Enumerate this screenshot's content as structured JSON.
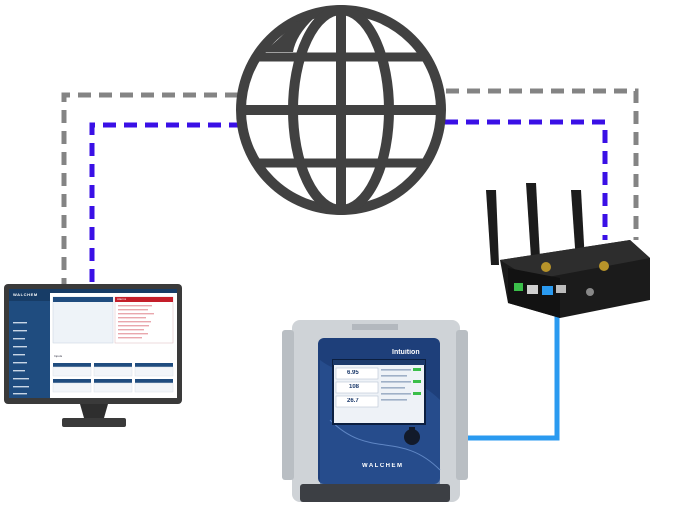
{
  "colors": {
    "wan_link": "#848484",
    "vpn_link": "#3a10e6",
    "ethernet_link": "#2a9af0",
    "globe": "#414141",
    "controller_blue": "#1e3f7a",
    "brand_red": "#c41e2a"
  },
  "icons": [
    "globe-icon",
    "monitor-icon",
    "router-icon",
    "controller-icon"
  ],
  "dashboard": {
    "brand": "WALCHEM",
    "panel_title": "Alarms",
    "section_label": "Inputs"
  },
  "controller": {
    "brand_top": "Intuition",
    "brand_bottom": "WALCHEM",
    "readings": [
      "6.95",
      "108",
      "26.7"
    ]
  }
}
